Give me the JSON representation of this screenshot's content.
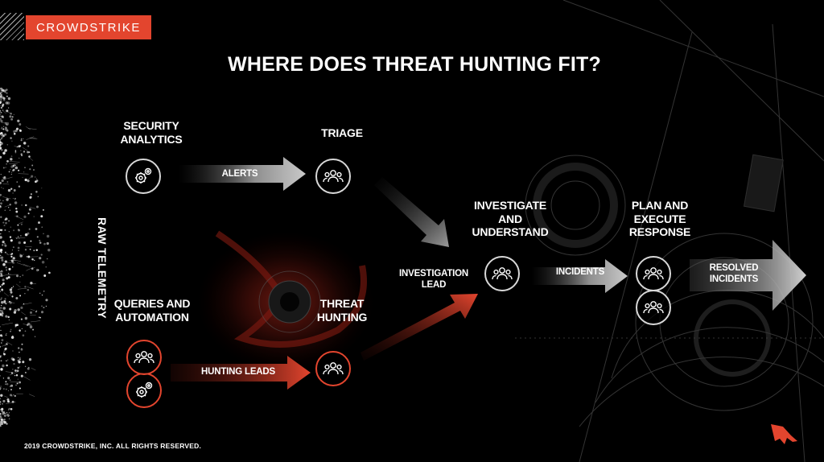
{
  "brand": {
    "logo_text": "CROWDSTRIKE",
    "accent_color": "#e3452e"
  },
  "title": "WHERE DOES THREAT HUNTING FIT?",
  "side_label": "RAW TELEMETRY",
  "nodes": {
    "security_analytics": {
      "label_l1": "SECURITY",
      "label_l2": "ANALYTICS",
      "icon": "gears-icon"
    },
    "triage": {
      "label": "TRIAGE",
      "icon": "people-group-icon"
    },
    "queries_automation": {
      "label_l1": "QUERIES AND",
      "label_l2": "AUTOMATION",
      "icons": [
        "people-group-icon",
        "gears-icon"
      ]
    },
    "threat_hunting": {
      "label_l1": "THREAT",
      "label_l2": "HUNTING",
      "icon": "people-group-icon"
    },
    "investigate": {
      "label_l1": "INVESTIGATE",
      "label_l2": "AND",
      "label_l3": "UNDERSTAND",
      "icon": "people-group-icon"
    },
    "plan_execute": {
      "label_l1": "PLAN AND",
      "label_l2": "EXECUTE",
      "label_l3": "RESPONSE",
      "icons": [
        "people-group-icon",
        "people-group-icon"
      ]
    }
  },
  "arrows": {
    "alerts": "ALERTS",
    "hunting_leads": "HUNTING LEADS",
    "investigation_lead_l1": "INVESTIGATION",
    "investigation_lead_l2": "LEAD",
    "incidents": "INCIDENTS",
    "resolved_l1": "RESOLVED",
    "resolved_l2": "INCIDENTS"
  },
  "footer": "2019 CROWDSTRIKE, INC. ALL RIGHTS RESERVED."
}
